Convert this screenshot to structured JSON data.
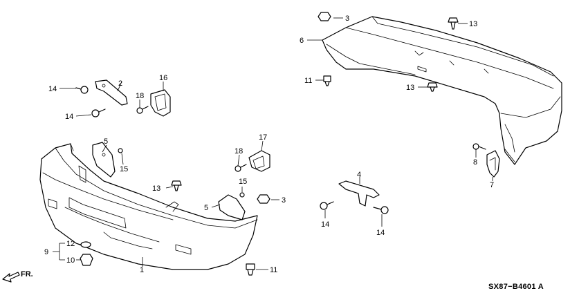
{
  "labels": {
    "l1": "1",
    "l2": "2",
    "l3a": "3",
    "l3b": "3",
    "l4": "4",
    "l5a": "5",
    "l5b": "5",
    "l6": "6",
    "l7": "7",
    "l8": "8",
    "l9": "9",
    "l10": "10",
    "l11a": "11",
    "l11b": "11",
    "l12": "12",
    "l13a": "13",
    "l13b": "13",
    "l13c": "13",
    "l14a": "14",
    "l14b": "14",
    "l14c": "14",
    "l14d": "14",
    "l15a": "15",
    "l15b": "15",
    "l16": "16",
    "l17": "17",
    "l18a": "18",
    "l18b": "18"
  },
  "direction_label": "FR.",
  "diagram_code": "SX87−B4601 A"
}
